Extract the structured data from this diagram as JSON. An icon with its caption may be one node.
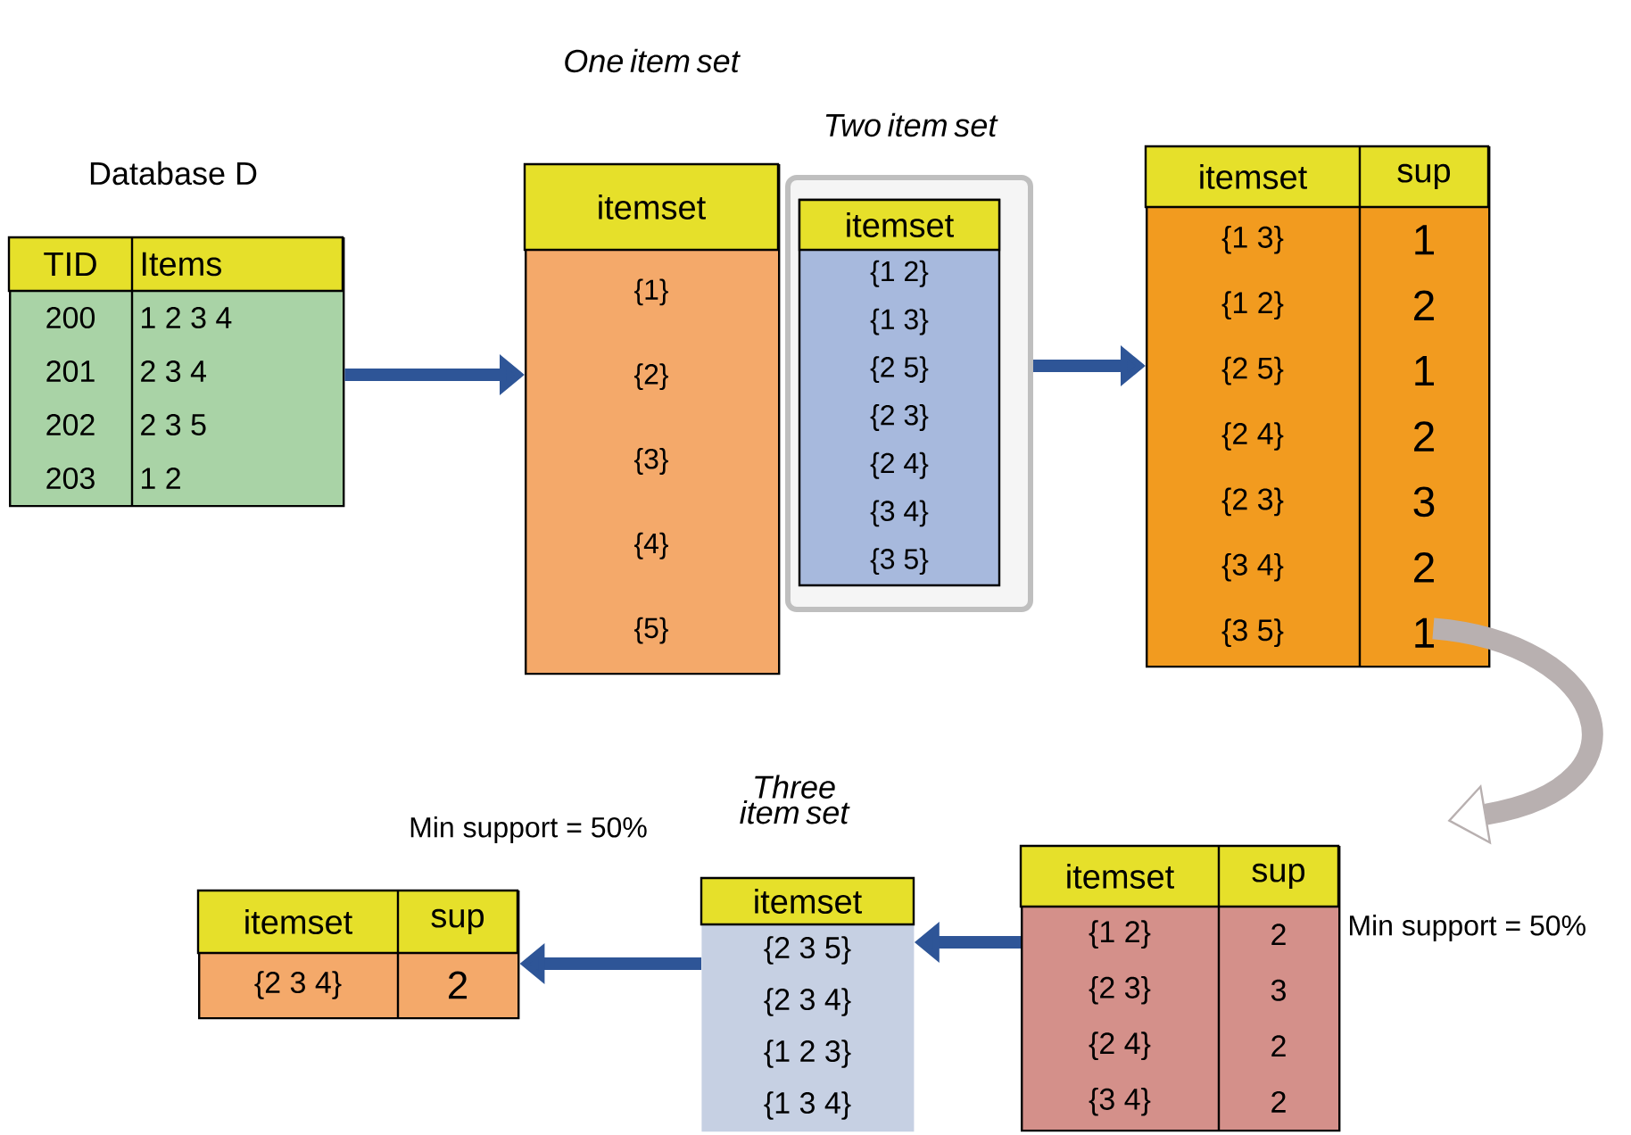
{
  "diagram": {
    "nodes": [
      {
        "text": [
          "Database D",
          "TID",
          "Items",
          "200",
          "1 2 3 4",
          "201",
          "2 3 4",
          "202",
          "2 3 5",
          "203",
          "1 2"
        ]
      },
      {
        "text": [
          "One item set",
          "itemset",
          "{1}",
          "{2}",
          "{3}",
          "{4}",
          "{5}"
        ]
      },
      {
        "text": [
          "Two item set",
          "itemset",
          "{1 2}",
          "{1 3}",
          "{2 5}",
          "{2 3}",
          "{2 4}",
          "{3 4}",
          "{3 5}"
        ]
      },
      {
        "text": [
          "itemset",
          "sup",
          "{1 3}",
          "1",
          "{1 2}",
          "2",
          "{2 5}",
          "1",
          "{2 4}",
          "2",
          "{2 3}",
          "3",
          "{3 4}",
          "2",
          "{3 5}",
          "1"
        ]
      },
      {
        "text": [
          "itemset",
          "sup",
          "{1 2}",
          "2",
          "{2 3}",
          "3",
          "{2 4}",
          "2",
          "{3 4}",
          "2"
        ],
        "beside": [
          "Min support = 50%"
        ]
      },
      {
        "text": [
          "Three item set",
          "itemset",
          "{2 3 5}",
          "{2 3 4}",
          "{1 2 3}",
          "{1 3 4}"
        ]
      },
      {
        "text": [
          "itemset",
          "sup",
          "{2 3 4}",
          "2"
        ]
      }
    ],
    "edges": [
      {
        "from": 0,
        "to": 1,
        "arrow": "to"
      },
      {
        "from": 2,
        "to": 3,
        "arrow": "to"
      },
      {
        "from": 3,
        "to": 4,
        "arrow": "to",
        "color": "#b8b0b0"
      },
      {
        "from": 4,
        "to": 5,
        "arrow": "to"
      },
      {
        "from": 5,
        "to": 6,
        "arrow": "to"
      }
    ],
    "labels": [
      "Min support = 50%"
    ]
  }
}
